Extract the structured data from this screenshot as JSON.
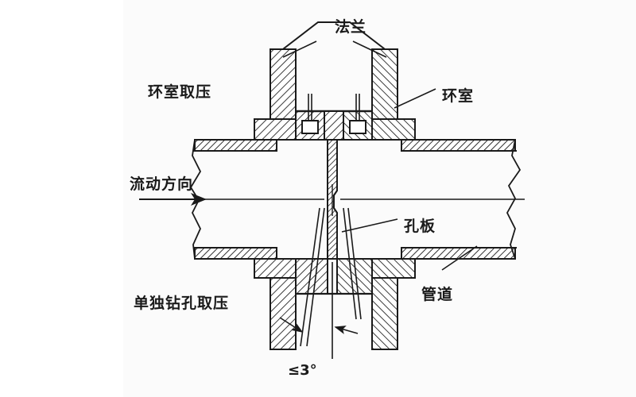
{
  "diagram": {
    "title": "Orifice plate flow meter cross-section",
    "background_color": "#ffffff",
    "plate_color": "#f4f4f4",
    "line_color": "#1a1a1a",
    "labels": {
      "flange": "法兰",
      "annular_tapping": "环室取压",
      "annular_chamber": "环室",
      "flow_direction": "流动方向",
      "orifice_plate": "孔板",
      "pipe": "管道",
      "single_hole_tapping": "单独钻孔取压",
      "angle": "≤3°"
    }
  }
}
